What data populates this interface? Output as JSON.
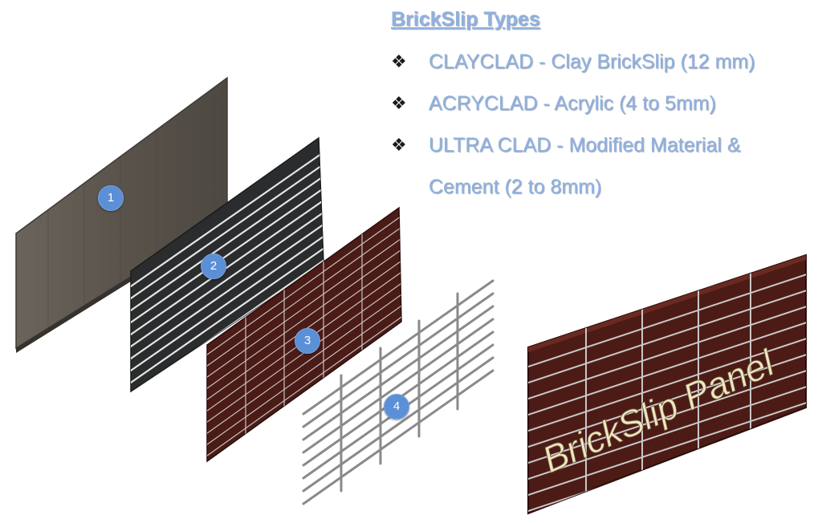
{
  "title": "BrickSlip Types",
  "types": [
    {
      "bullet": "❖",
      "label": "CLAYCLAD - Clay BrickSlip (12 mm)",
      "label_cont": ""
    },
    {
      "bullet": "❖",
      "label": "ACRYCLAD - Acrylic (4 to 5mm)",
      "label_cont": ""
    },
    {
      "bullet": "❖",
      "label": "ULTRA CLAD - Modified Material &",
      "label_cont": "Cement (2 to 8mm)"
    }
  ],
  "layers": [
    {
      "number": "1",
      "material": "stone-finish"
    },
    {
      "number": "2",
      "material": "dark-board-with-grooves"
    },
    {
      "number": "3",
      "material": "brick-slip-tiles"
    },
    {
      "number": "4",
      "material": "steel-grid"
    }
  ],
  "assembled_panel": {
    "label": "BrickSlip Panel"
  },
  "colors": {
    "heading_text": "#8fb1df",
    "badge": "#5b8fd6",
    "stone_layer": "#5e5850",
    "board_layer": "#2a2c2d",
    "brick_layer": "#4a1b17",
    "grid_steel": "#8a8a8a",
    "panel_text": "#efe6c4"
  }
}
